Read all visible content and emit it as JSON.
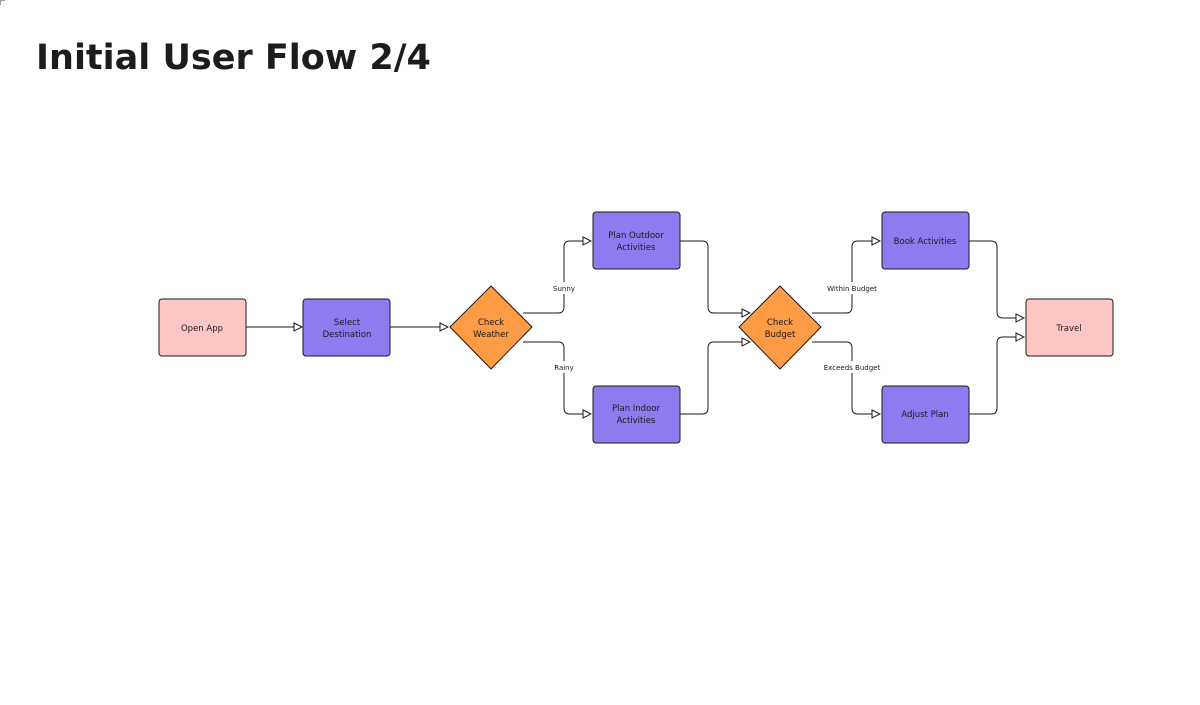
{
  "title": "Initial User Flow 2/4",
  "colors": {
    "terminal": "#ffc6c6",
    "process": "#8c7cef",
    "decision": "#fd9c45",
    "stroke": "#1a1a1a"
  },
  "nodes": {
    "open_app": [
      "Open App"
    ],
    "select_destination": [
      "Select",
      "Destination"
    ],
    "check_weather": [
      "Check",
      "Weather"
    ],
    "plan_outdoor": [
      "Plan Outdoor",
      "Activities"
    ],
    "plan_indoor": [
      "Plan Indoor",
      "Activities"
    ],
    "check_budget": [
      "Check",
      "Budget"
    ],
    "book_activities": [
      "Book Activities"
    ],
    "adjust_plan": [
      "Adjust Plan"
    ],
    "travel": [
      "Travel"
    ]
  },
  "edges": {
    "sunny": "Sunny",
    "rainy": "Rainy",
    "within_budget": "Within Budget",
    "exceeds_budget": "Exceeds Budget"
  }
}
